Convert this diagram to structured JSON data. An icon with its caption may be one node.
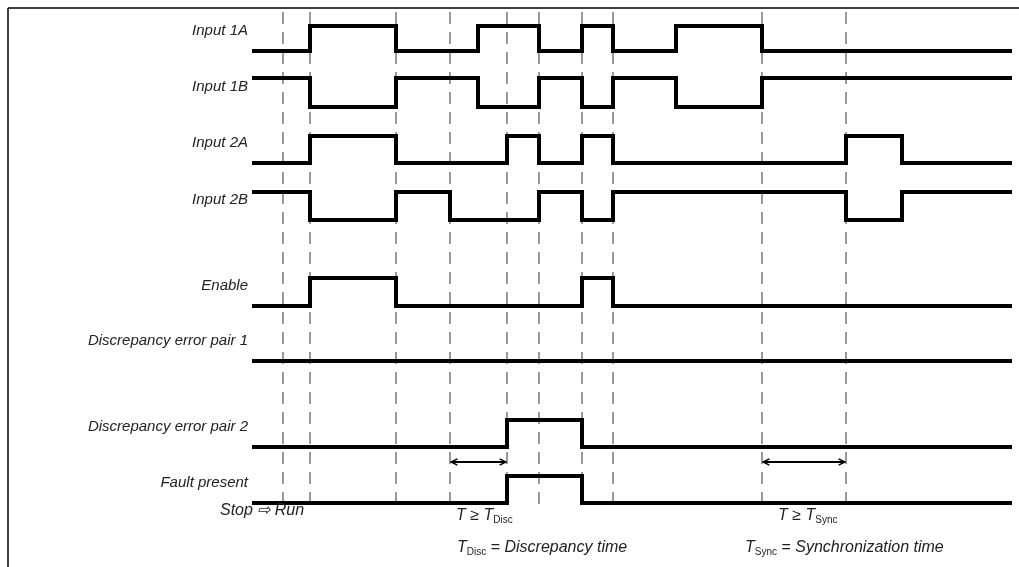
{
  "diagram": {
    "labels": [
      "Input 1A",
      "Input 1B",
      "Input 2A",
      "Input 2B",
      "Enable",
      "Discrepancy error pair 1",
      "Discrepancy error pair 2",
      "Fault present",
      "Stop ⇨ Run",
      "*T* ≥ *T*$_{Disc}$",
      "*T* ≥ *T*$_{Sync}$",
      "*T*$_{Disc}$ = *Discrepancy time*",
      "*T*$_{Sync}$ = *Synchronization time*"
    ]
  }
}
